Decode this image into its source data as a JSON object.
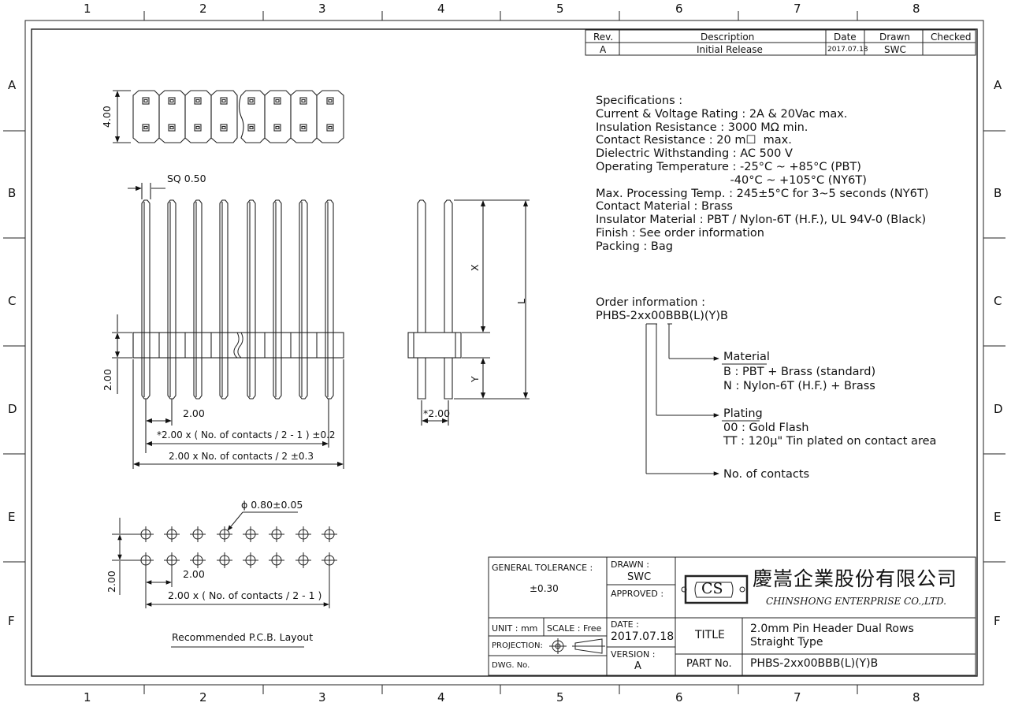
{
  "frame": {
    "columns": [
      "1",
      "2",
      "3",
      "4",
      "5",
      "6",
      "7",
      "8"
    ],
    "rows": [
      "A",
      "B",
      "C",
      "D",
      "E",
      "F"
    ]
  },
  "revision_table": {
    "headers": {
      "rev": "Rev.",
      "description": "Description",
      "date": "Date",
      "drawn": "Drawn",
      "checked": "Checked"
    },
    "rows": [
      {
        "rev": "A",
        "description": "Initial Release",
        "date": "2017.07.18",
        "drawn": "SWC",
        "checked": ""
      }
    ]
  },
  "specifications": {
    "heading": "Specifications :",
    "lines": [
      "Current & Voltage Rating : 2A & 20Vac max.",
      "Insulation Resistance : 3000 MΩ min.",
      "Contact Resistance : 20 m☐  max.",
      "Dielectric Withstanding : AC 500 V",
      "Operating Temperature : -25°C ~ +85°C (PBT)",
      "                                     -40°C ~ +105°C (NY6T)",
      "Max. Processing Temp. : 245±5°C for 3~5 seconds (NY6T)",
      "Contact Material : Brass",
      "Insulator Material : PBT / Nylon-6T (H.F.), UL 94V-0 (Black)",
      "Finish : See order information",
      "Packing : Bag"
    ]
  },
  "order_information": {
    "heading": "Order information :",
    "part_code": "PHBS-2xx00BBB(L)(Y)B",
    "material": {
      "title": "Material",
      "options": [
        "B : PBT + Brass (standard)",
        "N : Nylon-6T (H.F.) + Brass"
      ]
    },
    "plating": {
      "title": "Plating",
      "options": [
        "00 : Gold Flash",
        "TT : 120µ\" Tin plated on contact area"
      ]
    },
    "contacts": "No. of contacts"
  },
  "dimensions": {
    "height_top": "4.00",
    "sq": "SQ 0.50",
    "body_height": "2.00",
    "pitch": "2.00",
    "span_pitch": "*2.00 x ( No. of contacts / 2 - 1 ) ±0.2",
    "overall_length": "2.00 x No. of contacts / 2 ±0.3",
    "side_pitch": "*2.00",
    "x": "X",
    "y": "Y",
    "l": "L",
    "hole_dia": "ϕ 0.80±0.05",
    "pcb_row_pitch": "2.00",
    "pcb_pitch": "2.00",
    "pcb_span": "2.00 x ( No. of contacts / 2 - 1 )",
    "pcb_caption": "Recommended P.C.B. Layout"
  },
  "title_block": {
    "general_tolerance_label": "GENERAL TOLERANCE :",
    "general_tolerance_value": "±0.30",
    "drawn_label": "DRAWN :",
    "drawn_value": "SWC",
    "approved_label": "APPROVED :",
    "company_logo": "CS",
    "company_cn": "慶嵩企業股份有限公司",
    "company_en": "CHINSHONG ENTERPRISE CO.,LTD.",
    "unit": "UNIT : mm",
    "scale": "SCALE : Free",
    "projection": "PROJECTION:",
    "dwg_no": "DWG. No.",
    "date_label": "DATE :",
    "date_value": "2017.07.18",
    "version_label": "VERSION :",
    "version_value": "A",
    "title_label": "TITLE",
    "title_line1": "2.0mm Pin Header Dual Rows",
    "title_line2": "Straight Type",
    "part_label": "PART No.",
    "part_value": "PHBS-2xx00BBB(L)(Y)B"
  }
}
